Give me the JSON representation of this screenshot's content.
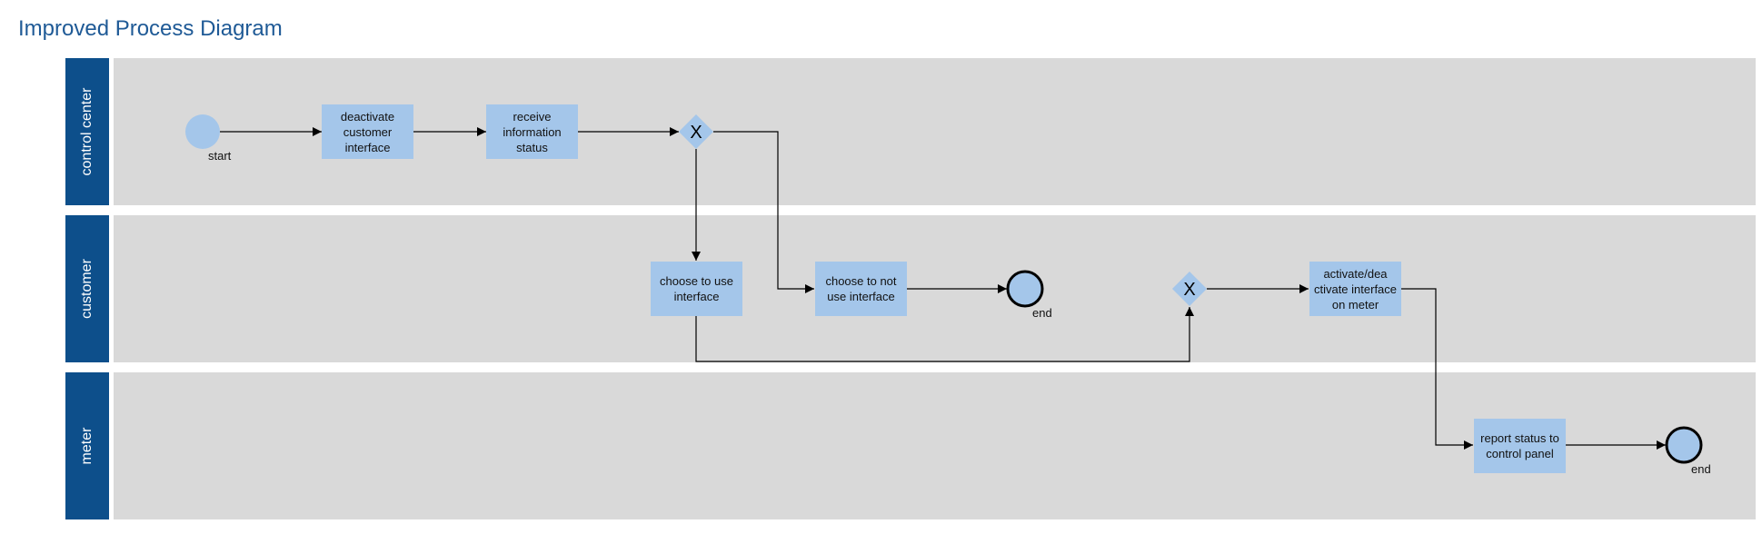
{
  "title": "Improved Process Diagram",
  "lanes": [
    "control center",
    "customer",
    "meter"
  ],
  "tasks": {
    "deactivate": "deactivate customer interface",
    "receive": "receive information status",
    "use": "choose to use interface",
    "notuse": "choose to not use interface",
    "activate": "activate/dea ctivate interface on meter",
    "report": "report status to control panel"
  },
  "events": {
    "start": "start",
    "end1": "end",
    "end2": "end"
  },
  "gateway_symbol": "X",
  "colors": {
    "lane_header": "#0d4f8b",
    "lane_body": "#d9d9d9",
    "task_fill": "#a4c6ea",
    "title": "#1f5a96"
  }
}
